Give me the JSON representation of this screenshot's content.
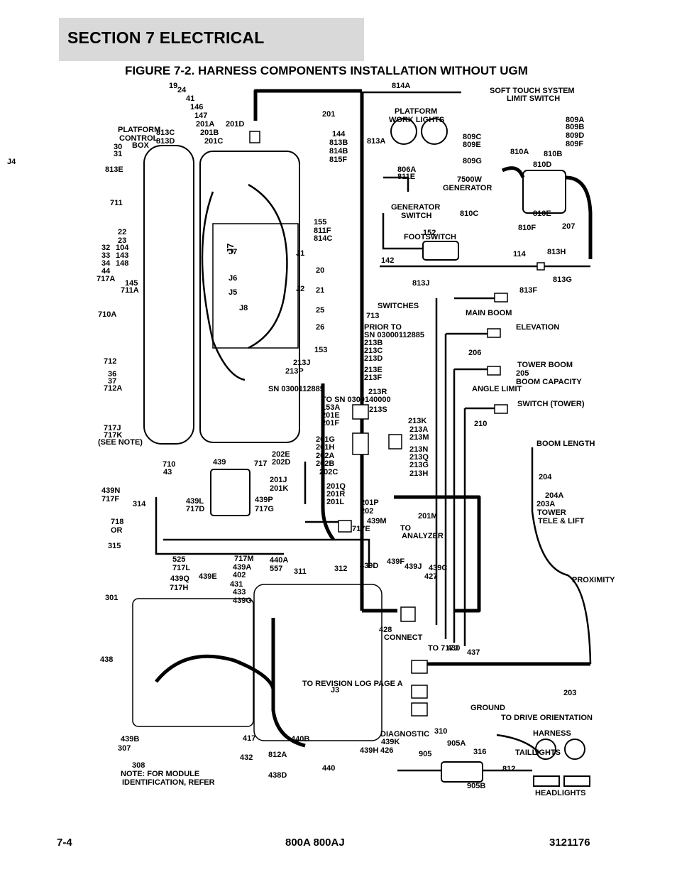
{
  "header": {
    "section_title": "SECTION 7   ELECTRICAL",
    "figure_title": "FIGURE 7-2. HARNESS COMPONENTS INSTALLATION WITHOUT UGM"
  },
  "footer": {
    "page_number": "7-4",
    "model": "800A 800AJ",
    "doc_number": "3121176"
  },
  "labels": [
    "19",
    "24",
    "41",
    "146",
    "147",
    "201A",
    "201B",
    "201C",
    "201D",
    "813C",
    "813D",
    "201",
    "PLATFORM",
    "CONTROL",
    "BOX",
    "30",
    "31",
    "813E",
    "711",
    "22",
    "23",
    "32",
    "33",
    "34",
    "44",
    "104",
    "143",
    "148",
    "717A",
    "145",
    "711A",
    "710A",
    "712",
    "36",
    "37",
    "712A",
    "717J",
    "717K",
    "(SEE NOTE)",
    "814A",
    "SOFT TOUCH SYSTEM",
    "LIMIT SWITCH",
    "PLATFORM",
    "WORK LIGHTS",
    "144",
    "813B",
    "814B",
    "815F",
    "813A",
    "806A",
    "811E",
    "809A",
    "809B",
    "809D",
    "809F",
    "809C",
    "809E",
    "809G",
    "810A",
    "810B",
    "810D",
    "7500W",
    "GENERATOR",
    "GENERATOR",
    "SWITCH",
    "810C",
    "810E",
    "810F",
    "207",
    "155",
    "811F",
    "814C",
    "J7",
    "J1",
    "J6",
    "J5",
    "J2",
    "J8",
    "20",
    "21",
    "25",
    "26",
    "153",
    "152",
    "FOOTSWITCH",
    "142",
    "114",
    "813H",
    "813G",
    "813J",
    "813F",
    "MAIN BOOM",
    "ELEVATION",
    "206",
    "TOWER BOOM",
    "205",
    "BOOM CAPACITY",
    "ANGLE LIMIT",
    "SWITCH (TOWER)",
    "210",
    "BOOM LENGTH",
    "204",
    "204A",
    "203A",
    "TOWER",
    "TELE & LIFT",
    "PROXIMITY",
    "SWITCHES",
    "713",
    "PRIOR TO",
    "SN 03000112885",
    "213B",
    "213C",
    "213D",
    "213E",
    "213F",
    "213R",
    "213S",
    "213K",
    "213A",
    "213M",
    "213N",
    "213Q",
    "213G",
    "213H",
    "213J",
    "213P",
    "SN 0300112885",
    "TO SN 0300140000",
    "153A",
    "201E",
    "201F",
    "201G",
    "201H",
    "202A",
    "202B",
    "202C",
    "202E",
    "202D",
    "201J",
    "201K",
    "201Q",
    "201R",
    "201L",
    "201M",
    "201P",
    "202",
    "439M",
    "717E",
    "TO",
    "ANALYZER",
    "439",
    "717",
    "710",
    "43",
    "439L",
    "717D",
    "439P",
    "717G",
    "439N",
    "717F",
    "314",
    "718",
    "OR",
    "315",
    "525",
    "717L",
    "439Q",
    "717H",
    "301",
    "439E",
    "717M",
    "439A",
    "402",
    "431",
    "433",
    "439G",
    "440A",
    "557",
    "311",
    "312",
    "439D",
    "439F",
    "439J",
    "439C",
    "427",
    "428",
    "CONNECT",
    "TO 717J",
    "430",
    "437",
    "203",
    "438",
    "GROUND",
    "TO DRIVE ORIENTATION",
    "HARNESS",
    "HEADLIGHTS",
    "TAILLIGHTS",
    "316",
    "812",
    "905",
    "905A",
    "905B",
    "DIAGNOSTIC",
    "439K",
    "439H",
    "310",
    "426",
    "440B",
    "812A",
    "417",
    "432",
    "438D",
    "440",
    "439B",
    "307",
    "308",
    "NOTE: FOR MODULE",
    "IDENTIFICATION, REFER",
    "TO REVISION LOG PAGE A",
    "J3",
    "J4"
  ]
}
